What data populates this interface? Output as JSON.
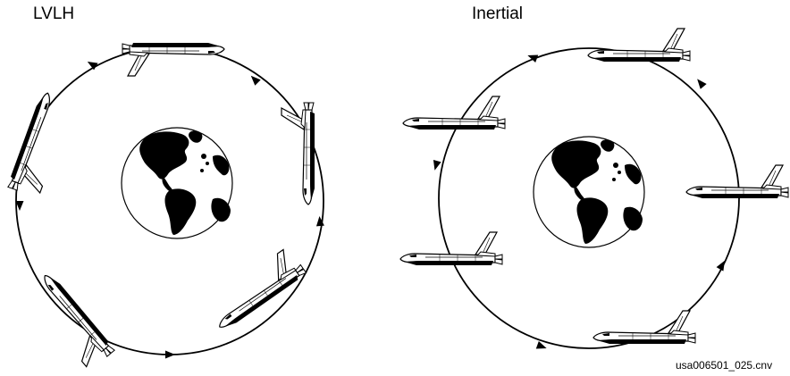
{
  "titles": {
    "left": "LVLH",
    "right": "Inertial"
  },
  "file_label": "usa006501_025.cnv",
  "colors": {
    "line": "#000000",
    "background": "#ffffff",
    "land": "#000000"
  }
}
